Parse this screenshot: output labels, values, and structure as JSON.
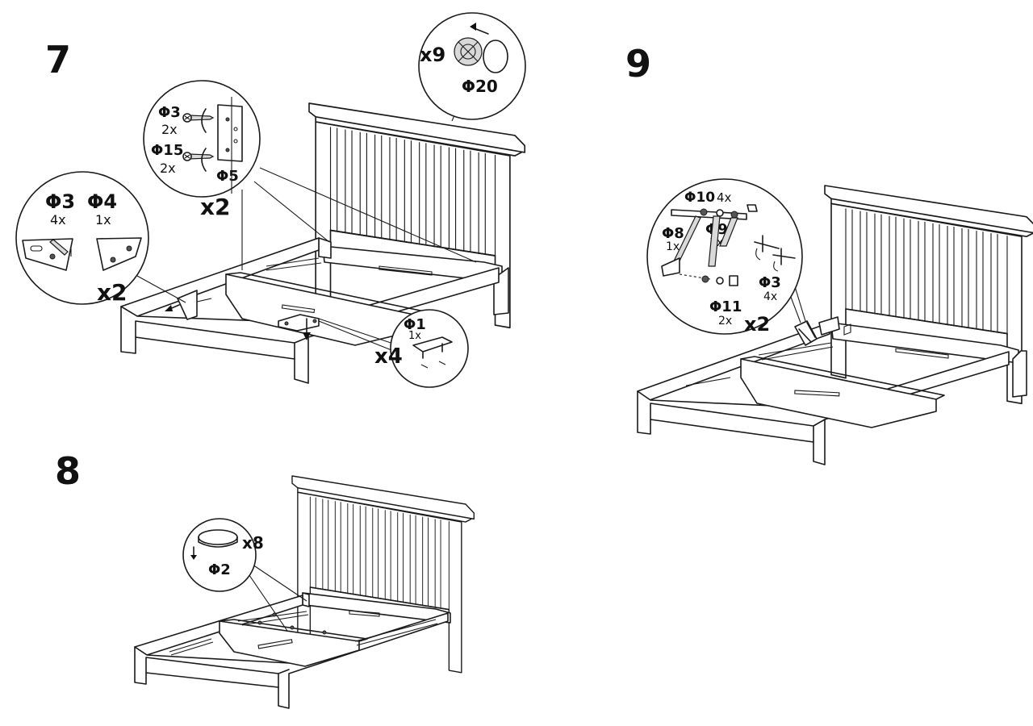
{
  "steps": [
    {
      "number": "7",
      "callouts": {
        "headboard_cap": {
          "count": "x9",
          "part": "Φ20"
        },
        "corner_bracket": {
          "parts": [
            {
              "id": "Φ3",
              "qty": "4x"
            },
            {
              "id": "Φ4",
              "qty": "1x"
            }
          ],
          "multiplier": "x2"
        },
        "side_bracket": {
          "parts": [
            {
              "id": "Φ3",
              "qty": "2x"
            },
            {
              "id": "Φ15",
              "qty": "2x"
            },
            {
              "id": "Φ5",
              "qty": ""
            }
          ],
          "multiplier": "x2"
        },
        "clip": {
          "part": "Φ1",
          "qty": "1x",
          "multiplier": "x4"
        }
      }
    },
    {
      "number": "8",
      "callouts": {
        "pad": {
          "count": "x8",
          "part": "Φ2"
        }
      }
    },
    {
      "number": "9",
      "callouts": {
        "gas_lift": {
          "parts": [
            {
              "id": "Φ10",
              "qty": "4x"
            },
            {
              "id": "Φ8",
              "qty": "1x"
            },
            {
              "id": "Φ9",
              "qty": "1x"
            },
            {
              "id": "Φ3",
              "qty": "4x"
            },
            {
              "id": "Φ11",
              "qty": "2x"
            }
          ],
          "multiplier": "x2"
        }
      }
    }
  ]
}
